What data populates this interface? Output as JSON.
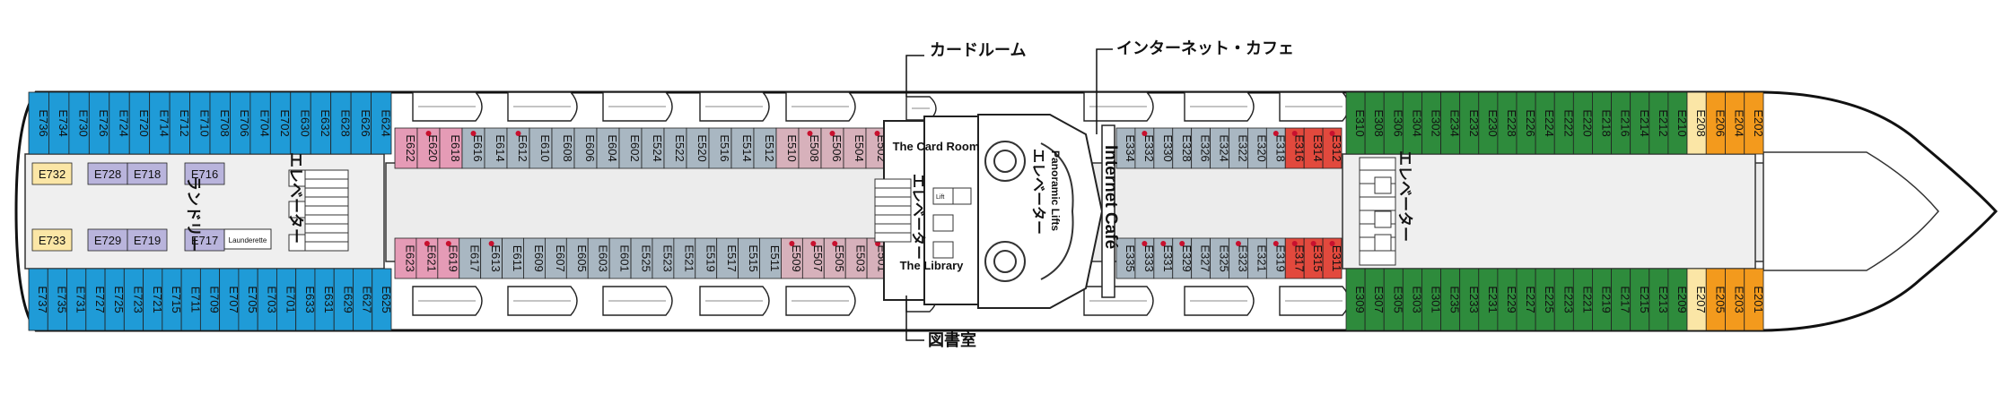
{
  "labels": {
    "card_room_en": "The Card Room",
    "card_room_jp": "カードルーム",
    "library_en": "The Library",
    "library_jp": "図書室",
    "internet_cafe_en": "Internet Café",
    "internet_cafe_jp": "インターネット・カフェ",
    "panoramic_lifts": "Panoramic Lifts",
    "elevator_jp": "エレベーター",
    "laundry_jp": "ランドリー",
    "launderette": "Launderette",
    "lift": "Lift"
  },
  "colors": {
    "blue": "#1f9bd7",
    "green": "#2e8b3c",
    "pink": "#e59bb6",
    "mauve": "#d7b1bb",
    "red": "#e2493d",
    "orange": "#f39a1d",
    "cream": "#fbe6a6",
    "lavender": "#b9b4dc",
    "gray": "#a9b7c2",
    "hull": "#ececec"
  },
  "cabins": {
    "blue_top": [
      "E736",
      "E734",
      "E730",
      "E726",
      "E724",
      "E720",
      "E714",
      "E712",
      "E710",
      "E708",
      "E706",
      "E704",
      "E702",
      "E630",
      "E632",
      "E628",
      "E626",
      "E624"
    ],
    "blue_bottom": [
      "E737",
      "E735",
      "E731",
      "E727",
      "E725",
      "E723",
      "E721",
      "E715",
      "E711",
      "E709",
      "E707",
      "E705",
      "E703",
      "E701",
      "E633",
      "E631",
      "E629",
      "E627",
      "E625"
    ],
    "fwd_top": [
      {
        "id": "E622",
        "c": "pink",
        "dot": false
      },
      {
        "id": "E620",
        "c": "pink",
        "dot": true
      },
      {
        "id": "E618",
        "c": "pink",
        "dot": false
      },
      {
        "id": "E616",
        "c": "gray",
        "dot": true
      },
      {
        "id": "E614",
        "c": "gray",
        "dot": false
      },
      {
        "id": "E612",
        "c": "gray",
        "dot": true
      },
      {
        "id": "E610",
        "c": "gray",
        "dot": false
      },
      {
        "id": "E608",
        "c": "gray",
        "dot": false
      },
      {
        "id": "E606",
        "c": "gray",
        "dot": false
      },
      {
        "id": "E604",
        "c": "gray",
        "dot": false
      },
      {
        "id": "E602",
        "c": "gray",
        "dot": false
      },
      {
        "id": "E524",
        "c": "gray",
        "dot": false
      },
      {
        "id": "E522",
        "c": "gray",
        "dot": false
      },
      {
        "id": "E520",
        "c": "gray",
        "dot": false
      },
      {
        "id": "E516",
        "c": "gray",
        "dot": false
      },
      {
        "id": "E514",
        "c": "gray",
        "dot": false
      },
      {
        "id": "E512",
        "c": "gray",
        "dot": false
      },
      {
        "id": "E510",
        "c": "mauve",
        "dot": false
      },
      {
        "id": "E508",
        "c": "mauve",
        "dot": true
      },
      {
        "id": "E506",
        "c": "mauve",
        "dot": true
      },
      {
        "id": "E504",
        "c": "mauve",
        "dot": false
      },
      {
        "id": "E502",
        "c": "mauve",
        "dot": true
      }
    ],
    "fwd_bottom": [
      {
        "id": "E623",
        "c": "pink",
        "dot": false
      },
      {
        "id": "E621",
        "c": "pink",
        "dot": true
      },
      {
        "id": "E619",
        "c": "pink",
        "dot": true
      },
      {
        "id": "E617",
        "c": "gray",
        "dot": false
      },
      {
        "id": "E613",
        "c": "gray",
        "dot": true
      },
      {
        "id": "E611",
        "c": "gray",
        "dot": false
      },
      {
        "id": "E609",
        "c": "gray",
        "dot": false
      },
      {
        "id": "E607",
        "c": "gray",
        "dot": false
      },
      {
        "id": "E605",
        "c": "gray",
        "dot": false
      },
      {
        "id": "E603",
        "c": "gray",
        "dot": false
      },
      {
        "id": "E601",
        "c": "gray",
        "dot": false
      },
      {
        "id": "E525",
        "c": "gray",
        "dot": false
      },
      {
        "id": "E523",
        "c": "gray",
        "dot": false
      },
      {
        "id": "E521",
        "c": "gray",
        "dot": false
      },
      {
        "id": "E519",
        "c": "gray",
        "dot": false
      },
      {
        "id": "E517",
        "c": "gray",
        "dot": false
      },
      {
        "id": "E515",
        "c": "gray",
        "dot": false
      },
      {
        "id": "E511",
        "c": "gray",
        "dot": false
      },
      {
        "id": "E509",
        "c": "mauve",
        "dot": true
      },
      {
        "id": "E507",
        "c": "mauve",
        "dot": true
      },
      {
        "id": "E505",
        "c": "mauve",
        "dot": true
      },
      {
        "id": "E503",
        "c": "mauve",
        "dot": false
      },
      {
        "id": "E501",
        "c": "mauve",
        "dot": true
      }
    ],
    "aft_top": [
      {
        "id": "E334",
        "c": "gray",
        "dot": false
      },
      {
        "id": "E332",
        "c": "gray",
        "dot": true
      },
      {
        "id": "E330",
        "c": "gray",
        "dot": false
      },
      {
        "id": "E328",
        "c": "gray",
        "dot": false
      },
      {
        "id": "E326",
        "c": "gray",
        "dot": false
      },
      {
        "id": "E324",
        "c": "gray",
        "dot": false
      },
      {
        "id": "E322",
        "c": "gray",
        "dot": false
      },
      {
        "id": "E320",
        "c": "gray",
        "dot": false
      },
      {
        "id": "E318",
        "c": "gray",
        "dot": true
      },
      {
        "id": "E316",
        "c": "red",
        "dot": true
      },
      {
        "id": "E314",
        "c": "red",
        "dot": false
      },
      {
        "id": "E312",
        "c": "red",
        "dot": true
      }
    ],
    "aft_bottom": [
      {
        "id": "E335",
        "c": "gray",
        "dot": false
      },
      {
        "id": "E333",
        "c": "gray",
        "dot": true
      },
      {
        "id": "E331",
        "c": "gray",
        "dot": true
      },
      {
        "id": "E329",
        "c": "gray",
        "dot": true
      },
      {
        "id": "E327",
        "c": "gray",
        "dot": false
      },
      {
        "id": "E325",
        "c": "gray",
        "dot": false
      },
      {
        "id": "E323",
        "c": "gray",
        "dot": true
      },
      {
        "id": "E321",
        "c": "gray",
        "dot": false
      },
      {
        "id": "E319",
        "c": "gray",
        "dot": true
      },
      {
        "id": "E317",
        "c": "red",
        "dot": true
      },
      {
        "id": "E315",
        "c": "red",
        "dot": true
      },
      {
        "id": "E311",
        "c": "red",
        "dot": true
      }
    ],
    "green_top": [
      "E310",
      "E308",
      "E306",
      "E304",
      "E302",
      "E234",
      "E232",
      "E230",
      "E228",
      "E226",
      "E224",
      "E222",
      "E220",
      "E218",
      "E216",
      "E214",
      "E212",
      "E210"
    ],
    "green_bottom": [
      "E309",
      "E307",
      "E305",
      "E303",
      "E301",
      "E235",
      "E233",
      "E231",
      "E229",
      "E227",
      "E225",
      "E223",
      "E221",
      "E219",
      "E217",
      "E215",
      "E213",
      "E209"
    ],
    "top_tail": [
      {
        "id": "E208",
        "c": "cream"
      },
      {
        "id": "E206",
        "c": "orange"
      },
      {
        "id": "E204",
        "c": "orange"
      },
      {
        "id": "E202",
        "c": "orange"
      }
    ],
    "bottom_tail": [
      {
        "id": "E207",
        "c": "cream"
      },
      {
        "id": "E205",
        "c": "orange"
      },
      {
        "id": "E203",
        "c": "orange"
      },
      {
        "id": "E201",
        "c": "orange"
      }
    ],
    "stern_interior": [
      {
        "id": "E732",
        "c": "cream"
      },
      {
        "id": "E733",
        "c": "cream"
      },
      {
        "id": "E728",
        "c": "lavender"
      },
      {
        "id": "E718",
        "c": "lavender"
      },
      {
        "id": "E729",
        "c": "lavender"
      },
      {
        "id": "E719",
        "c": "lavender"
      },
      {
        "id": "E716",
        "c": "lavender"
      },
      {
        "id": "E717",
        "c": "lavender"
      }
    ]
  }
}
